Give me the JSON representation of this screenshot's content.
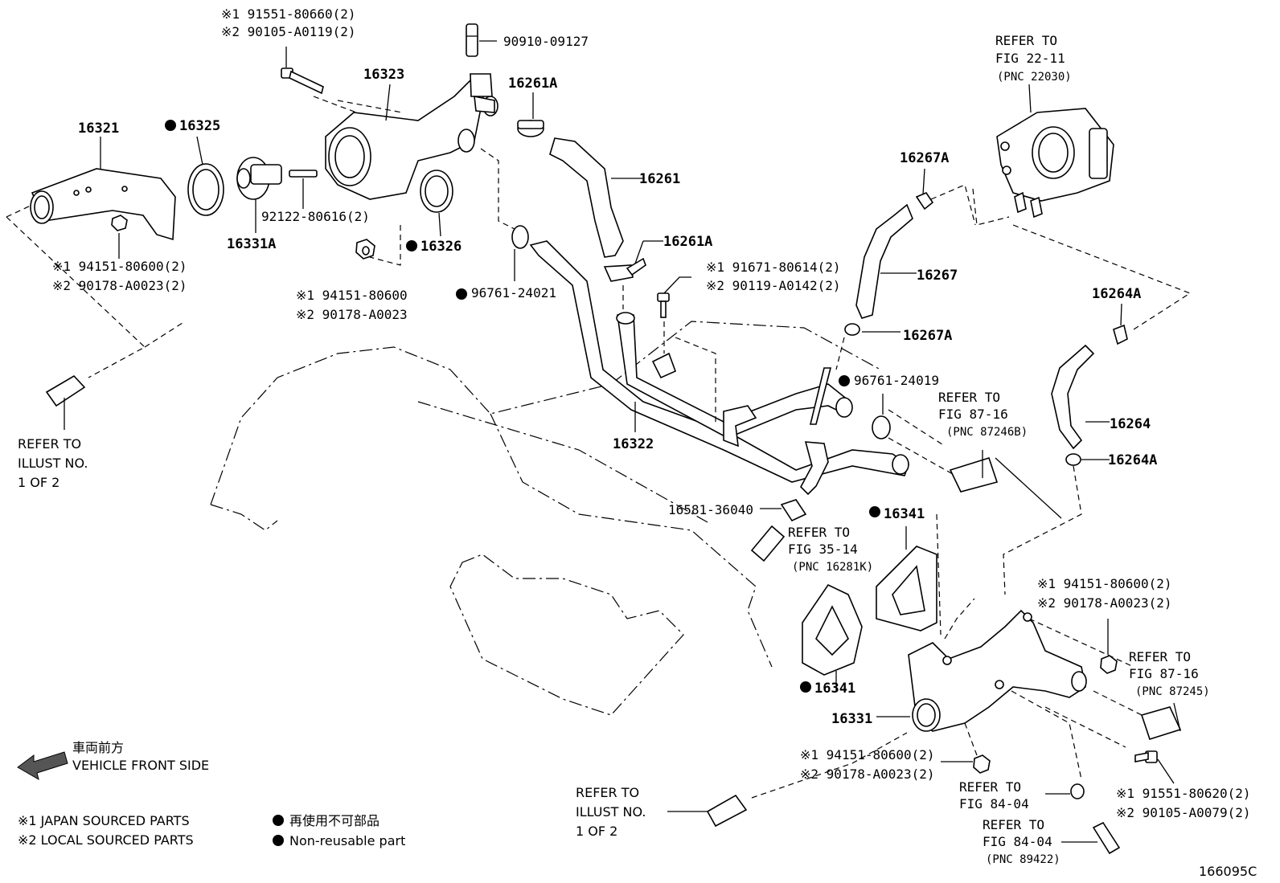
{
  "labels": {
    "p16321": "16321",
    "p16325": "16325",
    "p16331A": "16331A",
    "p92122": "92122-80616(2)",
    "p16323": "16323",
    "p16326": "16326",
    "p90910": "90910-09127",
    "p16261A_top": "16261A",
    "p16261": "16261",
    "p16261A_mid": "16261A",
    "p96761_24021": "96761-24021",
    "p16322": "16322",
    "p16267A_top": "16267A",
    "p16267": "16267",
    "p16267A_mid": "16267A",
    "p96761_24019": "96761-24019",
    "p16264A_top": "16264A",
    "p16264": "16264",
    "p16264A_bot": "16264A",
    "p16581": "16581-36040",
    "p16341_top": "16341",
    "p16341_bot": "16341",
    "p16331": "16331",
    "diagram_code": "166095C"
  },
  "callouts": {
    "bolt_top_1": "※1 91551-80660(2)",
    "bolt_top_2": "※2 90105-A0119(2)",
    "nut_left_1": "※1 94151-80600(2)",
    "nut_left_2": "※2 90178-A0023(2)",
    "nut_mid_1": "※1 94151-80600",
    "nut_mid_2": "※2 90178-A0023",
    "bolt_mid_1": "※1 91671-80614(2)",
    "bolt_mid_2": "※2 90119-A0142(2)",
    "nut_right_1": "※1 94151-80600(2)",
    "nut_right_2": "※2 90178-A0023(2)",
    "nut_bottom_1": "※1 94151-80600(2)",
    "nut_bottom_2": "※2 90178-A0023(2)",
    "bolt_bottom_1": "※1 91551-80620(2)",
    "bolt_bottom_2": "※2 90105-A0079(2)"
  },
  "refers": {
    "refer_to": "REFER TO",
    "throttle_fig": "FIG 22-11",
    "throttle_pnc": "(PNC 22030)",
    "hose_fig": "FIG 87-16",
    "hose_pnc": "(PNC 87246B)",
    "fig35_fig": "FIG 35-14",
    "fig35_pnc": "(PNC 16281K)",
    "heater_fig": "FIG 87-16",
    "heater_pnc": "(PNC 87245)",
    "fig84_fig": "FIG 84-04",
    "fig84b_fig": "FIG 84-04",
    "fig84b_pnc": "(PNC 89422)",
    "illust_1": "ILLUST NO.",
    "illust_2": "1 OF 2"
  },
  "legend": {
    "vehicle_front_jp": "車両前方",
    "vehicle_front_en": "VEHICLE FRONT SIDE",
    "japan_parts": "※1 JAPAN SOURCED PARTS",
    "local_parts": "※2 LOCAL SOURCED PARTS",
    "nonreusable_jp": "再使用不可部品",
    "nonreusable_en": "Non-reusable part"
  },
  "colors": {
    "ink": "#000000",
    "paper": "#ffffff"
  }
}
